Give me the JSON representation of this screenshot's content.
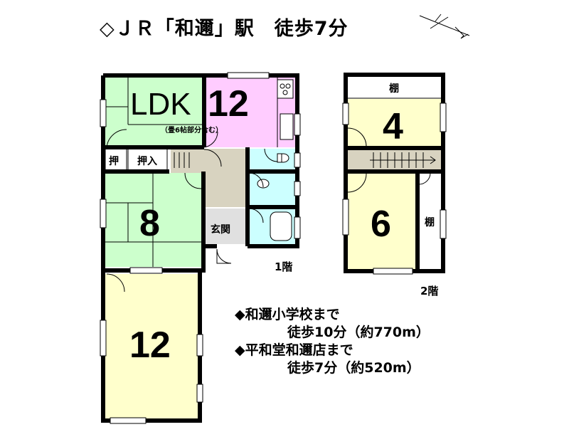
{
  "title": "◇ＪＲ「和邇」駅　徒歩7分",
  "floor1": {
    "label": "1階",
    "ldk_label": "LDK",
    "ldk_size": "12",
    "ldk_note": "（畳6帖部分含む）",
    "oshi": "押",
    "oshiire": "押入",
    "room8": "8",
    "room12": "12",
    "genkan": "玄関"
  },
  "floor2": {
    "label": "2階",
    "room4": "4",
    "room6": "6",
    "tana_top": "棚",
    "tana_side": "棚"
  },
  "info": {
    "line1": "◆和邇小学校まで",
    "line2": "徒歩10分（約770m）",
    "line3": "◆平和堂和邇店まで",
    "line4": "徒歩7分（約520m）"
  },
  "colors": {
    "green": "#ccffcc",
    "pink": "#ffccff",
    "yellow": "#ffffcc",
    "blue": "#ccffff",
    "gray": "#d8d3c0",
    "wall": "#000000"
  }
}
